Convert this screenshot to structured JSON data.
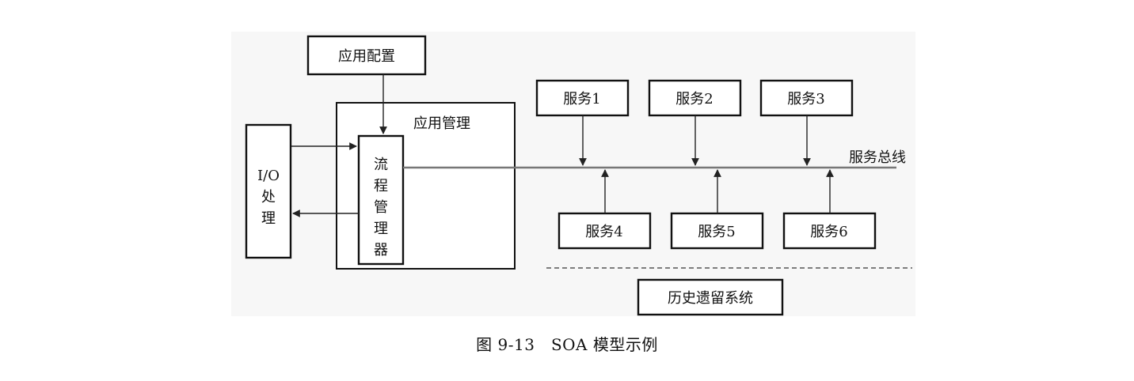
{
  "diagram": {
    "config_box": "应用配置",
    "app_mgmt_label": "应用管理",
    "flow_manager_chars": [
      "流",
      "程",
      "管",
      "理",
      "器"
    ],
    "io_chars": [
      "I/O",
      "处",
      "理"
    ],
    "bus_label": "服务总线",
    "services_top": [
      "服务1",
      "服务2",
      "服务3"
    ],
    "services_bottom": [
      "服务4",
      "服务5",
      "服务6"
    ],
    "legacy_box": "历史遗留系统"
  },
  "caption": "图 9-13　SOA 模型示例",
  "colors": {
    "background": "#ffffff",
    "panel": "#f7f7f7",
    "ink": "#111111",
    "bus": "#777777"
  }
}
